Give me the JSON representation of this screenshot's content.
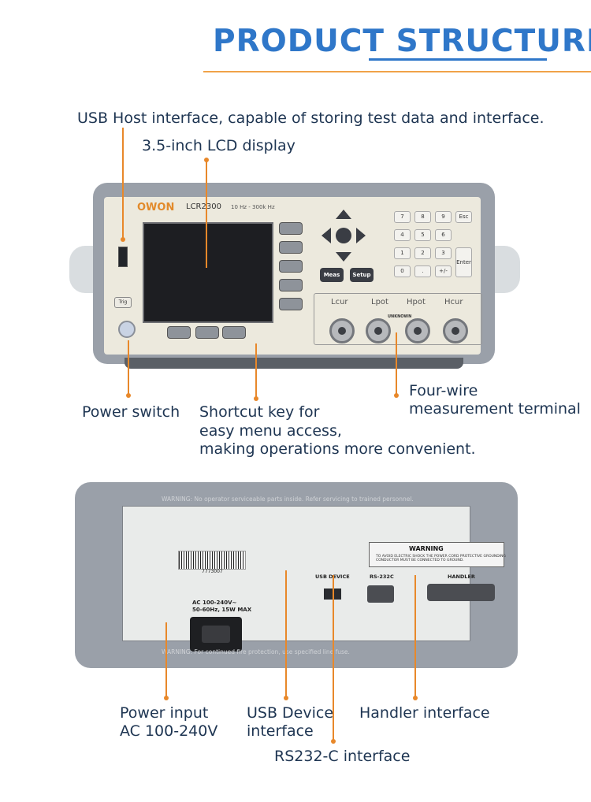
{
  "title": {
    "word1": "PRODUCT",
    "word2": "STRUCTURE"
  },
  "front_callouts": {
    "usb_host": "USB Host interface, capable of storing test data and interface.",
    "lcd": "3.5-inch LCD display",
    "power_switch": "Power switch",
    "shortcut_line1": "Shortcut key for",
    "shortcut_line2": "easy menu access,",
    "shortcut_line3": "making operations more convenient.",
    "four_wire_line1": "Four-wire",
    "four_wire_line2": "measurement terminal"
  },
  "rear_callouts": {
    "power_input_line1": "Power input",
    "power_input_line2": "AC 100-240V",
    "usb_device_line1": "USB Device",
    "usb_device_line2": "interface",
    "handler": "Handler interface",
    "rs232": "RS232-C interface"
  },
  "front_panel": {
    "brand": "OWON",
    "model": "LCR2300",
    "freq": "10 Hz - 300k Hz",
    "keys": [
      "7",
      "8",
      "9",
      "Esc",
      "4",
      "5",
      "6",
      "1",
      "2",
      "3",
      "0",
      ".",
      "+/-",
      "Enter"
    ],
    "meas": "Meas",
    "setup": "Setup",
    "trig": "Trig",
    "terminals": [
      "Lcur",
      "Lpot",
      "Hpot",
      "Hcur"
    ],
    "unknown": "UNKNOWN"
  },
  "rear_panel": {
    "warning_top": "WARNING: No operator serviceable parts inside. Refer servicing to trained personnel.",
    "warning_bottom": "WARNING: For continued fire protection, use specified line fuse.",
    "barcode_num": "7773007",
    "ac_spec_1": "AC 100-240V~",
    "ac_spec_2": "50-60Hz, 15W MAX",
    "usb_device": "USB DEVICE",
    "rs232c": "RS-232C",
    "handler": "HANDLER",
    "warning_box_title": "WARNING",
    "warning_box_text_1": "TO AVOID ELECTRIC SHOCK THE POWER CORD PROTECTIVE GROUNDING",
    "warning_box_text_2": "CONDUCTOR MUST BE CONNECTED TO GROUND."
  },
  "colors": {
    "accent": "#2f77c9",
    "callout": "#e8882a",
    "label_text": "#1e3552"
  }
}
